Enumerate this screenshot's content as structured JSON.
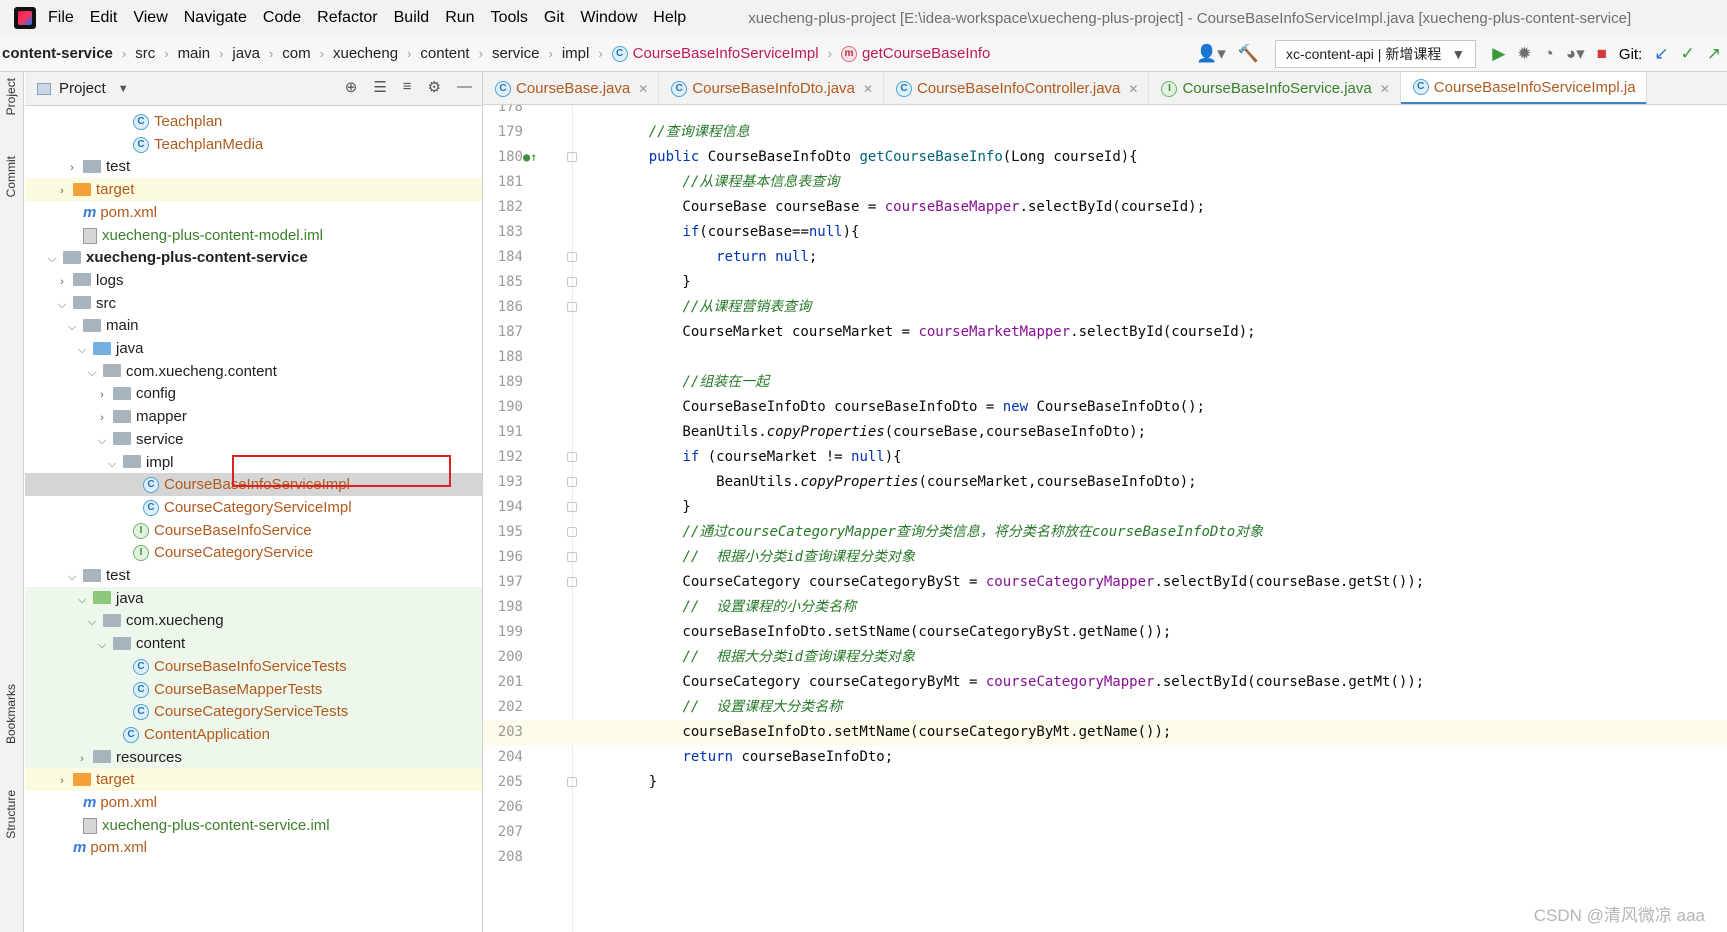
{
  "menu": [
    "File",
    "Edit",
    "View",
    "Navigate",
    "Code",
    "Refactor",
    "Build",
    "Run",
    "Tools",
    "Git",
    "Window",
    "Help"
  ],
  "window_title": "xuecheng-plus-project [E:\\idea-workspace\\xuecheng-plus-project] - CourseBaseInfoServiceImpl.java [xuecheng-plus-content-service]",
  "breadcrumb": [
    "content-service",
    "src",
    "main",
    "java",
    "com",
    "xuecheng",
    "content",
    "service",
    "impl",
    "CourseBaseInfoServiceImpl",
    "getCourseBaseInfo"
  ],
  "run_config": "xc-content-api | 新增课程",
  "git_label": "Git:",
  "side_tabs": {
    "project": "Project",
    "commit": "Commit",
    "bookmarks": "Bookmarks",
    "structure": "Structure"
  },
  "project_panel": {
    "title": "Project"
  },
  "tree": [
    {
      "label": "Teachplan",
      "kind": "class",
      "depth": 9,
      "bg": ""
    },
    {
      "label": "TeachplanMedia",
      "kind": "class",
      "depth": 9,
      "bg": ""
    },
    {
      "label": "test",
      "kind": "folder",
      "depth": 4,
      "arrow": ">",
      "bg": ""
    },
    {
      "label": "target",
      "kind": "folder-orange",
      "depth": 3,
      "arrow": ">",
      "bg": "yellow"
    },
    {
      "label": "pom.xml",
      "kind": "maven",
      "depth": 4,
      "bg": ""
    },
    {
      "label": "xuecheng-plus-content-model.iml",
      "kind": "iml",
      "depth": 4,
      "bg": ""
    },
    {
      "label": "xuecheng-plus-content-service",
      "kind": "module",
      "depth": 2,
      "arrow": "v",
      "bg": ""
    },
    {
      "label": "logs",
      "kind": "folder",
      "depth": 3,
      "arrow": ">",
      "bg": ""
    },
    {
      "label": "src",
      "kind": "folder",
      "depth": 3,
      "arrow": "v",
      "bg": ""
    },
    {
      "label": "main",
      "kind": "folder",
      "depth": 4,
      "arrow": "v",
      "bg": ""
    },
    {
      "label": "java",
      "kind": "folder-blue",
      "depth": 5,
      "arrow": "v",
      "bg": ""
    },
    {
      "label": "com.xuecheng.content",
      "kind": "folder",
      "depth": 6,
      "arrow": "v",
      "bg": ""
    },
    {
      "label": "config",
      "kind": "folder",
      "depth": 7,
      "arrow": ">",
      "bg": ""
    },
    {
      "label": "mapper",
      "kind": "folder",
      "depth": 7,
      "arrow": ">",
      "bg": ""
    },
    {
      "label": "service",
      "kind": "folder",
      "depth": 7,
      "arrow": "v",
      "bg": ""
    },
    {
      "label": "impl",
      "kind": "folder",
      "depth": 8,
      "arrow": "v",
      "bg": ""
    },
    {
      "label": "CourseBaseInfoServiceImpl",
      "kind": "class",
      "depth": 10,
      "bg": "sel"
    },
    {
      "label": "CourseCategoryServiceImpl",
      "kind": "class",
      "depth": 10,
      "bg": ""
    },
    {
      "label": "CourseBaseInfoService",
      "kind": "iface",
      "depth": 9,
      "bg": ""
    },
    {
      "label": "CourseCategoryService",
      "kind": "iface",
      "depth": 9,
      "bg": ""
    },
    {
      "label": "test",
      "kind": "folder",
      "depth": 4,
      "arrow": "v",
      "bg": ""
    },
    {
      "label": "java",
      "kind": "folder-green",
      "depth": 5,
      "arrow": "v",
      "bg": "green"
    },
    {
      "label": "com.xuecheng",
      "kind": "folder",
      "depth": 6,
      "arrow": "v",
      "bg": "green"
    },
    {
      "label": "content",
      "kind": "folder",
      "depth": 7,
      "arrow": "v",
      "bg": "green"
    },
    {
      "label": "CourseBaseInfoServiceTests",
      "kind": "class",
      "depth": 9,
      "bg": "green"
    },
    {
      "label": "CourseBaseMapperTests",
      "kind": "class",
      "depth": 9,
      "bg": "green"
    },
    {
      "label": "CourseCategoryServiceTests",
      "kind": "class",
      "depth": 9,
      "bg": "green"
    },
    {
      "label": "ContentApplication",
      "kind": "class",
      "depth": 8,
      "bg": "green"
    },
    {
      "label": "resources",
      "kind": "folder-res",
      "depth": 5,
      "arrow": ">",
      "bg": "green"
    },
    {
      "label": "target",
      "kind": "folder-orange",
      "depth": 3,
      "arrow": ">",
      "bg": "yellow"
    },
    {
      "label": "pom.xml",
      "kind": "maven",
      "depth": 4,
      "bg": ""
    },
    {
      "label": "xuecheng-plus-content-service.iml",
      "kind": "iml",
      "depth": 4,
      "bg": ""
    },
    {
      "label": "pom.xml",
      "kind": "maven",
      "depth": 3,
      "bg": ""
    }
  ],
  "tabs": [
    {
      "label": "CourseBase.java",
      "kind": "class",
      "active": false
    },
    {
      "label": "CourseBaseInfoDto.java",
      "kind": "class",
      "active": false
    },
    {
      "label": "CourseBaseInfoController.java",
      "kind": "class",
      "active": false
    },
    {
      "label": "CourseBaseInfoService.java",
      "kind": "iface",
      "active": false
    },
    {
      "label": "CourseBaseInfoServiceImpl.ja",
      "kind": "class",
      "active": true
    }
  ],
  "editor": {
    "first_line": 178,
    "current_line": 203,
    "lines": [
      [],
      [
        [
          "    ",
          ""
        ],
        [
          "//查询课程信息",
          "cmx"
        ]
      ],
      [
        [
          "    ",
          ""
        ],
        [
          "public",
          "kw"
        ],
        [
          " CourseBaseInfoDto ",
          ""
        ],
        [
          "getCourseBaseInfo",
          "mt"
        ],
        [
          "(Long courseId){",
          ""
        ]
      ],
      [
        [
          "        ",
          ""
        ],
        [
          "//从课程基本信息表查询",
          "cmx"
        ]
      ],
      [
        [
          "        CourseBase courseBase = ",
          ""
        ],
        [
          "courseBaseMapper",
          "fd"
        ],
        [
          ".selectById(courseId);",
          ""
        ]
      ],
      [
        [
          "        ",
          ""
        ],
        [
          "if",
          "kw"
        ],
        [
          "(courseBase==",
          ""
        ],
        [
          "null",
          "kw"
        ],
        [
          "){",
          ""
        ]
      ],
      [
        [
          "            ",
          ""
        ],
        [
          "return null",
          "kw"
        ],
        [
          ";",
          ""
        ]
      ],
      [
        [
          "        }",
          ""
        ]
      ],
      [
        [
          "        ",
          ""
        ],
        [
          "//从课程营销表查询",
          "cmx"
        ]
      ],
      [
        [
          "        CourseMarket courseMarket = ",
          ""
        ],
        [
          "courseMarketMapper",
          "fd"
        ],
        [
          ".selectById(courseId);",
          ""
        ]
      ],
      [],
      [
        [
          "        ",
          ""
        ],
        [
          "//组装在一起",
          "cmx"
        ]
      ],
      [
        [
          "        CourseBaseInfoDto courseBaseInfoDto = ",
          ""
        ],
        [
          "new",
          "kw"
        ],
        [
          " CourseBaseInfoDto();",
          ""
        ]
      ],
      [
        [
          "        BeanUtils.",
          ""
        ],
        [
          "copyProperties",
          "it"
        ],
        [
          "(courseBase,courseBaseInfoDto);",
          ""
        ]
      ],
      [
        [
          "        ",
          ""
        ],
        [
          "if",
          "kw"
        ],
        [
          " (courseMarket != ",
          ""
        ],
        [
          "null",
          "kw"
        ],
        [
          "){",
          ""
        ]
      ],
      [
        [
          "            BeanUtils.",
          ""
        ],
        [
          "copyProperties",
          "it"
        ],
        [
          "(courseMarket,courseBaseInfoDto);",
          ""
        ]
      ],
      [
        [
          "        }",
          ""
        ]
      ],
      [
        [
          "        ",
          ""
        ],
        [
          "//通过courseCategoryMapper查询分类信息，将分类名称放在courseBaseInfoDto对象",
          "cmx"
        ]
      ],
      [
        [
          "        ",
          ""
        ],
        [
          "//  根据小分类id查询课程分类对象",
          "cmx"
        ]
      ],
      [
        [
          "        CourseCategory courseCategoryBySt = ",
          ""
        ],
        [
          "courseCategoryMapper",
          "fd"
        ],
        [
          ".selectById(courseBase.getSt());",
          ""
        ]
      ],
      [
        [
          "        ",
          ""
        ],
        [
          "//  设置课程的小分类名称",
          "cmx"
        ]
      ],
      [
        [
          "        courseBaseInfoDto.setStName(courseCategoryBySt.getName());",
          ""
        ]
      ],
      [
        [
          "        ",
          ""
        ],
        [
          "//  根据大分类id查询课程分类对象",
          "cmx"
        ]
      ],
      [
        [
          "        CourseCategory courseCategoryByMt = ",
          ""
        ],
        [
          "courseCategoryMapper",
          "fd"
        ],
        [
          ".selectById(courseBase.getMt());",
          ""
        ]
      ],
      [
        [
          "        ",
          ""
        ],
        [
          "//  设置课程大分类名称",
          "cmx"
        ]
      ],
      [
        [
          "        courseBaseInfoDto.setMtName(courseCategoryByMt.getName());",
          ""
        ]
      ],
      [
        [
          "        ",
          ""
        ],
        [
          "return",
          "kw"
        ],
        [
          " courseBaseInfoDto;",
          ""
        ]
      ],
      [
        [
          "    }",
          ""
        ]
      ],
      [],
      [],
      []
    ]
  },
  "watermark": "CSDN @清风微凉 aaa"
}
